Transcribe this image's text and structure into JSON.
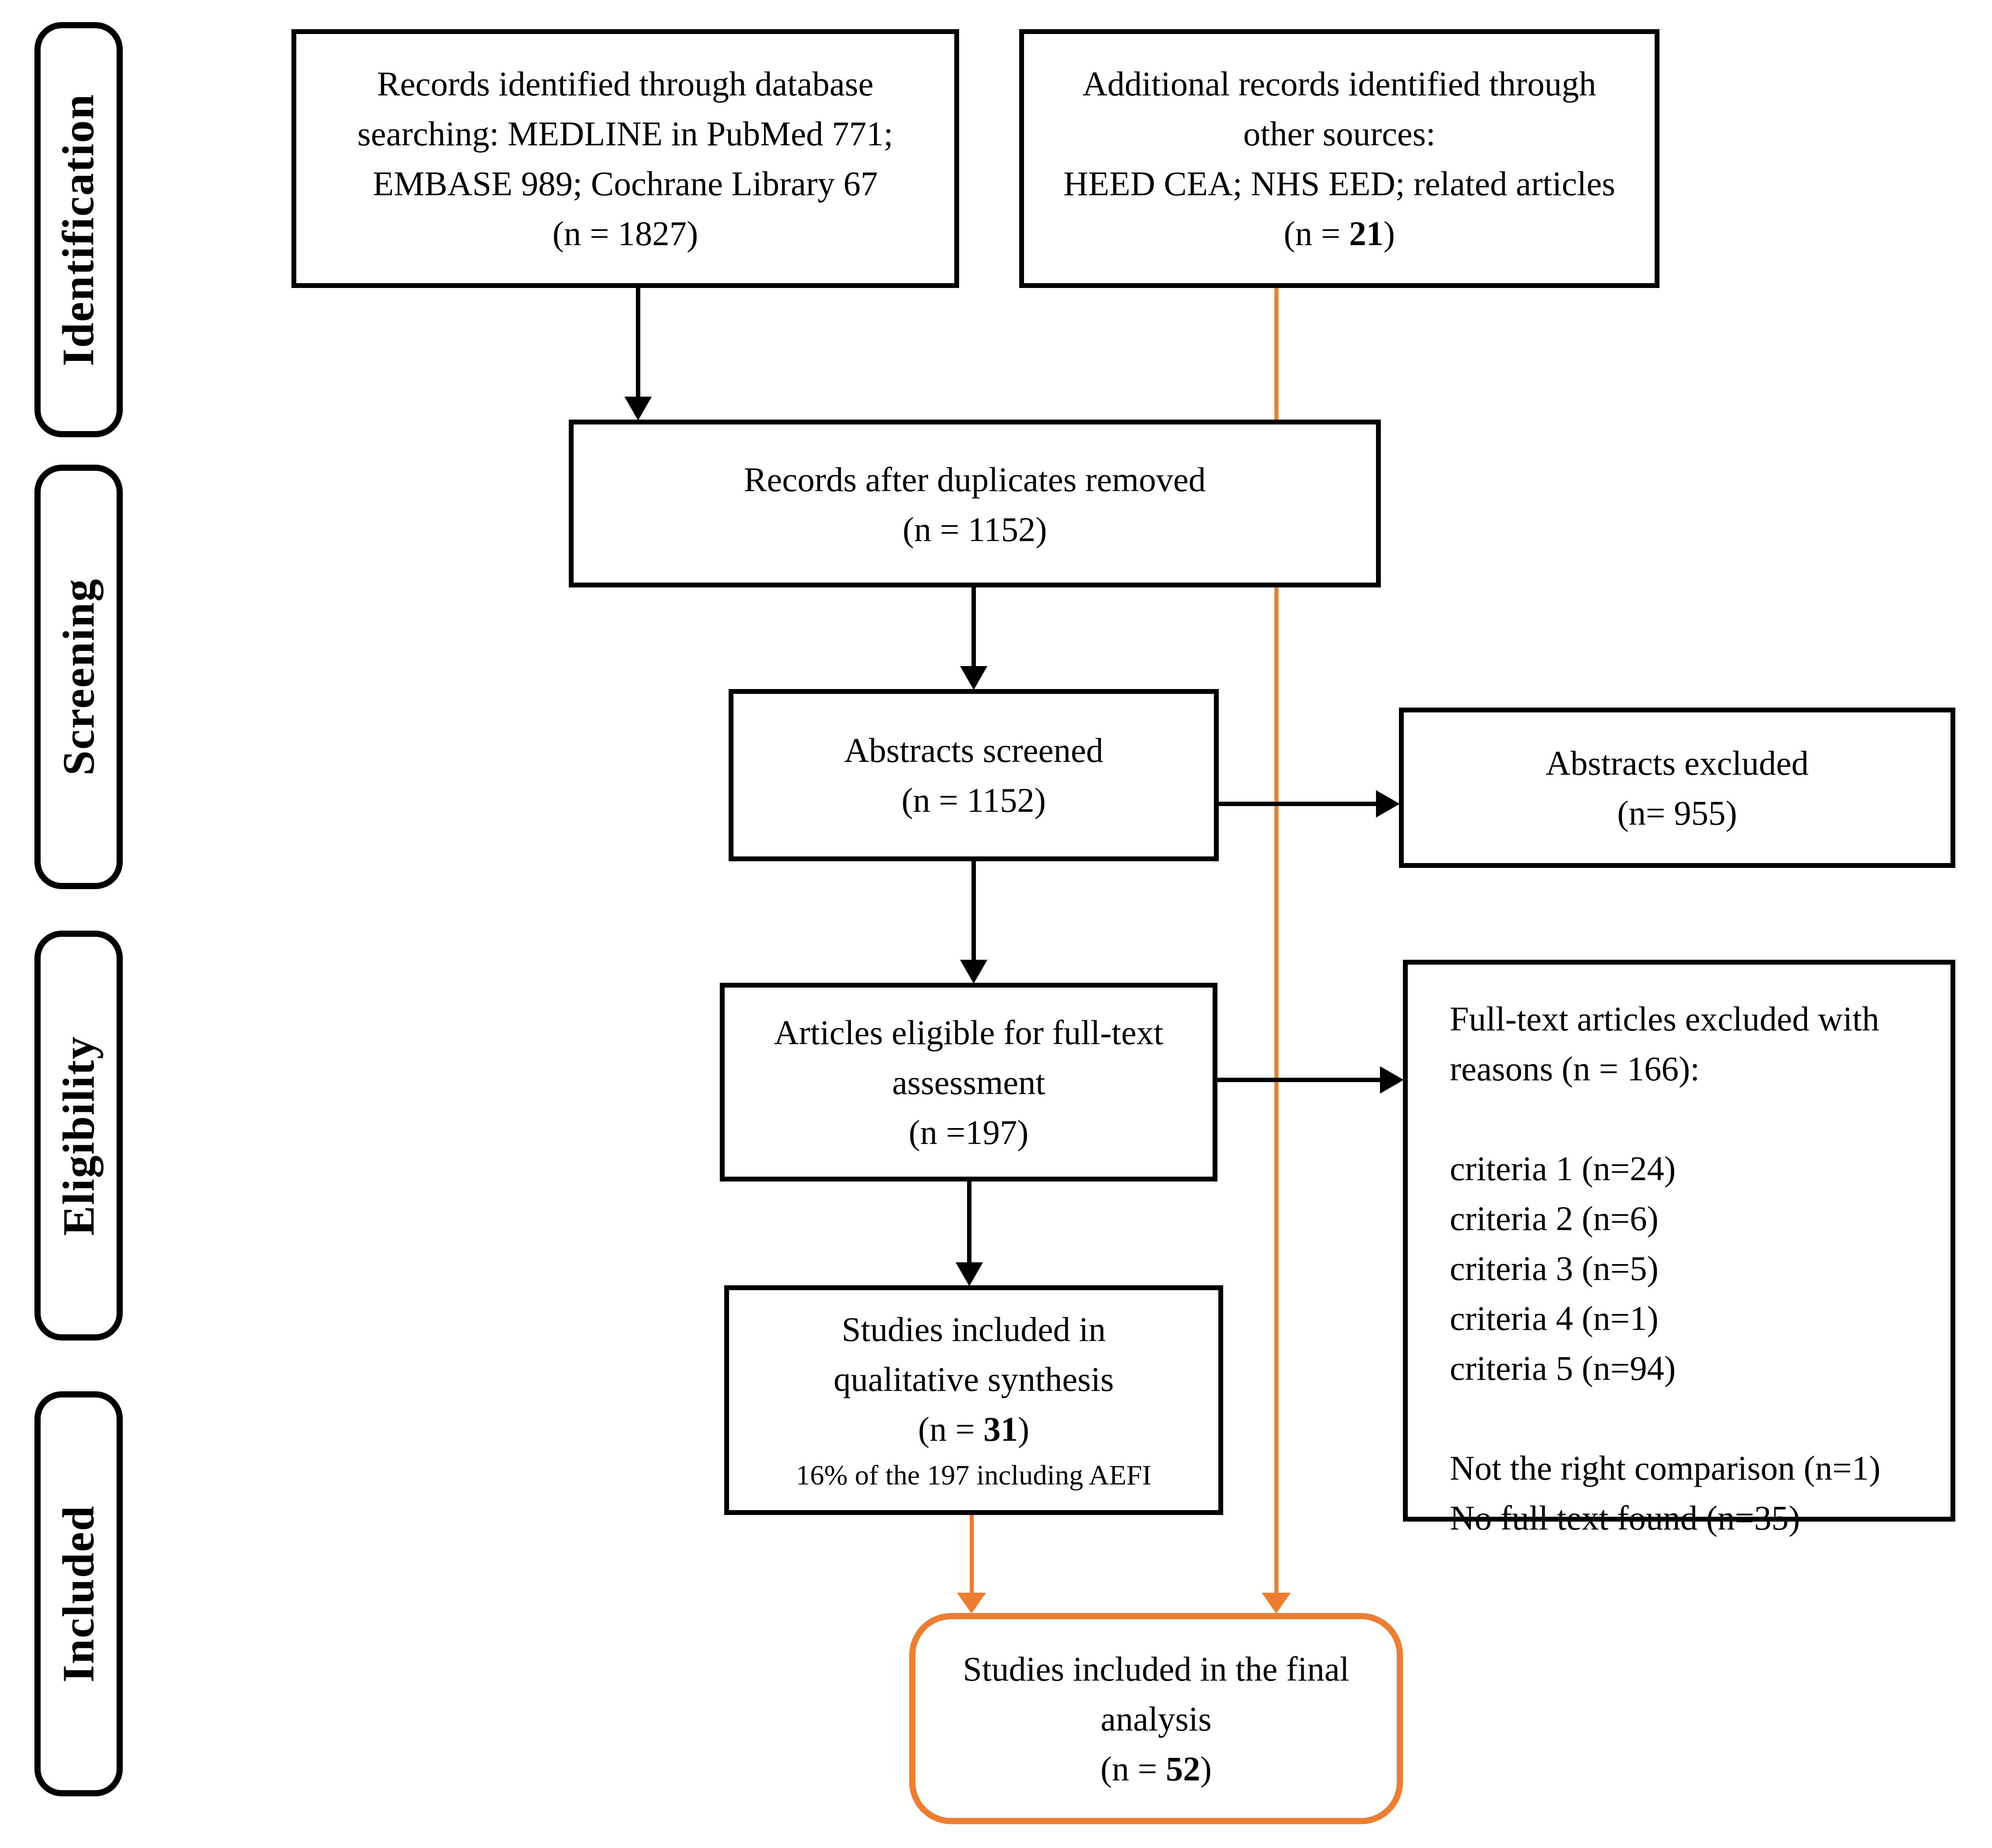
{
  "diagram_type": "prisma-flow",
  "palette": {
    "accent_orange": "#ED7D31",
    "line_black": "#000000",
    "background": "#ffffff"
  },
  "sidebar": {
    "stages": [
      {
        "label": "Identification"
      },
      {
        "label": "Screening"
      },
      {
        "label": "Eligibility"
      },
      {
        "label": "Included"
      }
    ]
  },
  "boxes": {
    "database_records": {
      "lines": [
        "Records identified through database",
        "searching: MEDLINE in PubMed 771;",
        "EMBASE 989; Cochrane Library 67",
        "(n = 1827)"
      ]
    },
    "other_sources": {
      "lines": [
        "Additional records identified through",
        "other sources:",
        "HEED CEA; NHS EED; related articles"
      ],
      "n_prefix": "(n = ",
      "n_value": "21",
      "n_suffix": ")"
    },
    "duplicates_removed": {
      "lines": [
        "Records after duplicates removed",
        "(n = 1152)"
      ]
    },
    "abstracts_screened": {
      "lines": [
        "Abstracts screened",
        "(n = 1152)"
      ]
    },
    "abstracts_excluded": {
      "lines": [
        "Abstracts excluded",
        "(n= 955)"
      ]
    },
    "full_text_eligible": {
      "lines": [
        "Articles eligible for full-text",
        "assessment",
        "(n =197)"
      ]
    },
    "full_text_excluded": {
      "lines": [
        "Full-text articles excluded with",
        "reasons (n = 166):",
        "",
        "criteria 1 (n=24)",
        "criteria 2 (n=6)",
        "criteria 3 (n=5)",
        "criteria 4 (n=1)",
        "criteria 5 (n=94)",
        "",
        "Not the right comparison (n=1)",
        "No full text found (n=35)"
      ]
    },
    "qualitative_synthesis": {
      "lines": [
        "Studies included in",
        "qualitative synthesis"
      ],
      "n_prefix": "(n = ",
      "n_value": "31",
      "n_suffix": ")",
      "note": "16% of the 197 including AEFI"
    },
    "final_analysis": {
      "lines": [
        "Studies included in the final",
        "analysis"
      ],
      "n_prefix": "(n = ",
      "n_value": "52",
      "n_suffix": ")"
    }
  }
}
